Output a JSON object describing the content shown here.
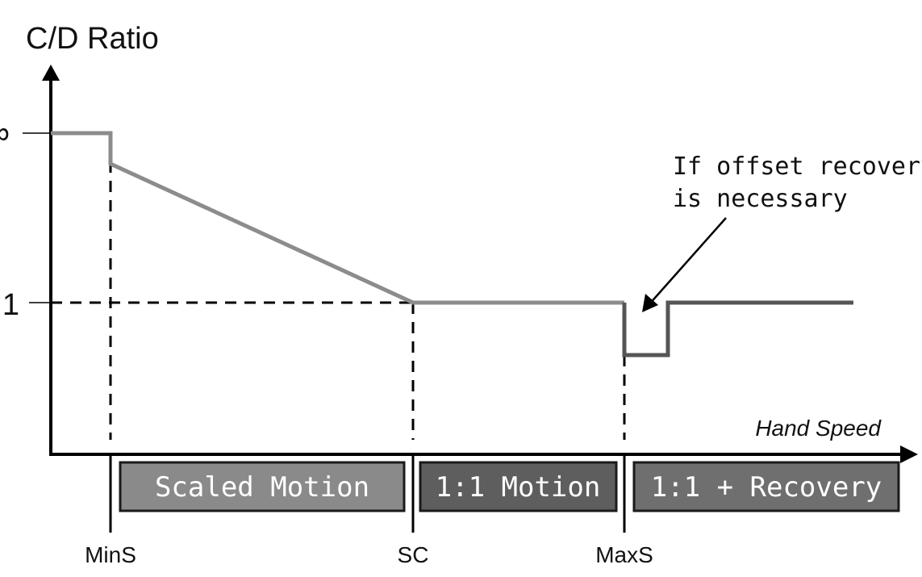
{
  "y_axis": {
    "title": "C/D Ratio",
    "levels": [
      {
        "key": "infinity",
        "label": "∞"
      },
      {
        "key": "one",
        "label": "1"
      }
    ]
  },
  "x_axis": {
    "title": "Hand Speed",
    "thresholds": [
      {
        "key": "min",
        "label": "MinS"
      },
      {
        "key": "sc",
        "label": "SC"
      },
      {
        "key": "max",
        "label": "MaxS"
      }
    ]
  },
  "zones": [
    {
      "key": "scaled",
      "label": "Scaled Motion",
      "color": "#8a8a8a"
    },
    {
      "key": "one_to_one",
      "label": "1:1 Motion",
      "color": "#5e5e5e"
    },
    {
      "key": "recovery",
      "label": "1:1 + Recovery",
      "color": "#6f6f6f"
    }
  ],
  "annotation": {
    "lines": [
      "If offset recovery",
      "is necessary"
    ]
  },
  "colors": {
    "axis": "#000000",
    "curve_main": "#8c8c8c",
    "curve_recovery": "#555555",
    "zone_border": "#1a1a1a"
  }
}
